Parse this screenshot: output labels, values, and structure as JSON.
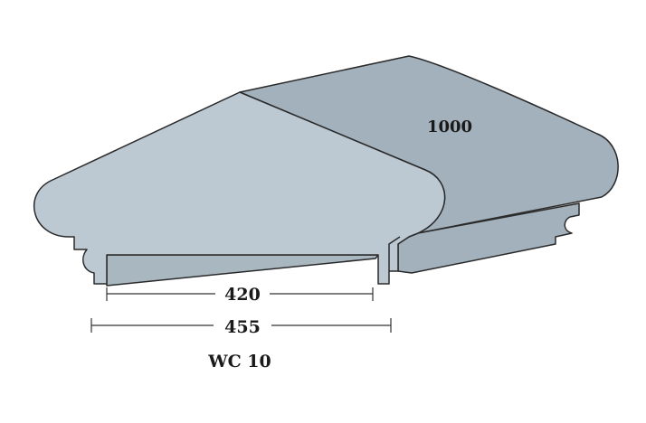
{
  "labels": {
    "length": "1000",
    "inner_width": "420",
    "outer_width": "455",
    "model": "WC 10"
  },
  "colors": {
    "top_face": "#a2b1bc",
    "end_face": "#bcc9d2",
    "underside": "#a9b7c1",
    "outline": "#2a2a2a",
    "background": "#ffffff"
  }
}
